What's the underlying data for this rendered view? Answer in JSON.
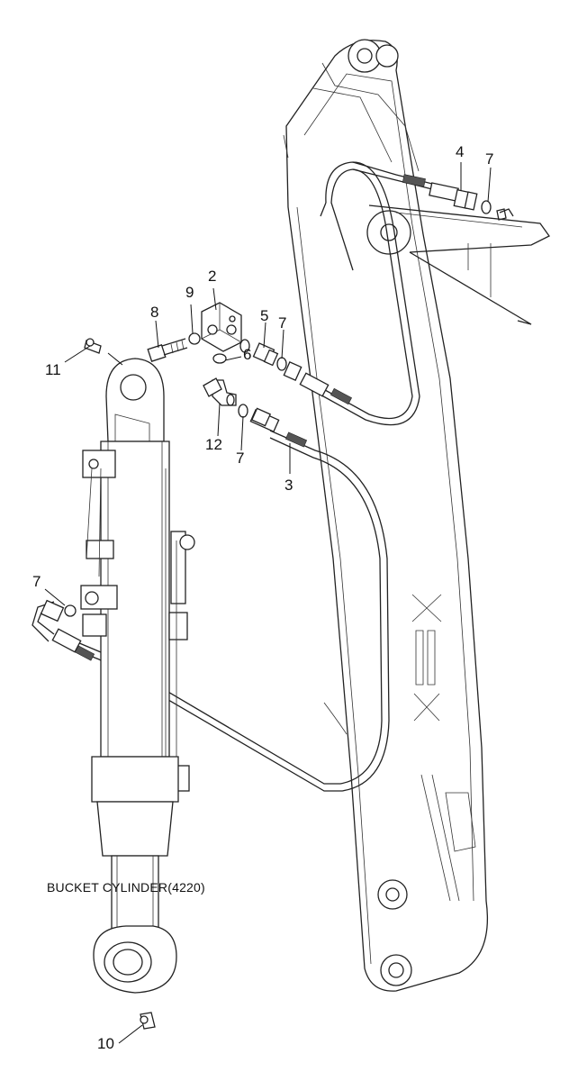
{
  "caption": "BUCKET CYLINDER(4220)",
  "part_labels": {
    "p2": "2",
    "p3": "3",
    "p4": "4",
    "p5": "5",
    "p6": "6",
    "p7a": "7",
    "p7b": "7",
    "p7c": "7",
    "p7d": "7",
    "p8": "8",
    "p9": "9",
    "p10": "10",
    "p11": "11",
    "p12": "12"
  }
}
